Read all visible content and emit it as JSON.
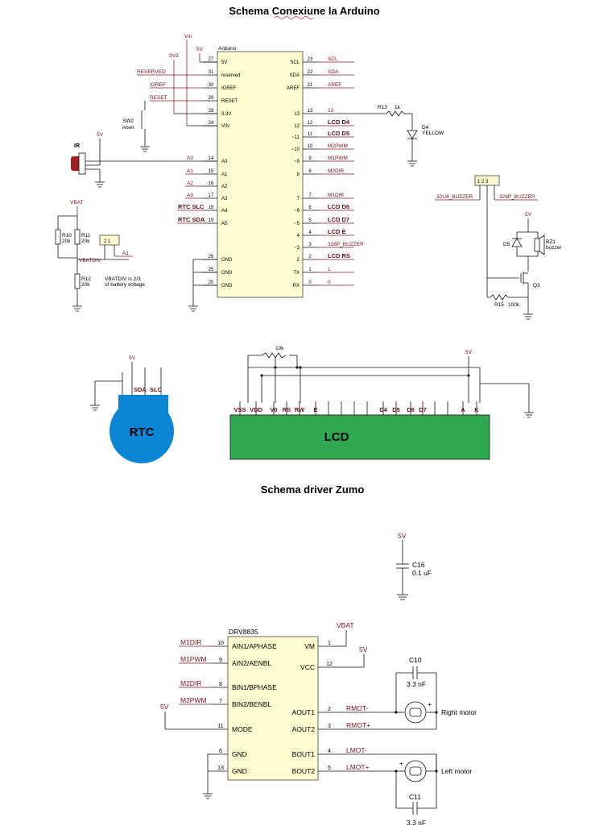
{
  "titles": {
    "arduino": "Schema Conexiune la Arduino",
    "zumo": "Schema driver Zumo"
  },
  "arduino": {
    "ic_name": "Arduino",
    "left_pins": [
      {
        "num": "27",
        "name": "5V"
      },
      {
        "num": "31",
        "name": "reserved"
      },
      {
        "num": "30",
        "name": "IOREF"
      },
      {
        "num": "29",
        "name": "RESET"
      },
      {
        "num": "28",
        "name": "3.3V"
      },
      {
        "num": "24",
        "name": "VIN"
      },
      {
        "num": "14",
        "name": "A0"
      },
      {
        "num": "15",
        "name": "A1"
      },
      {
        "num": "16",
        "name": "A2"
      },
      {
        "num": "17",
        "name": "A3"
      },
      {
        "num": "18",
        "name": "A4"
      },
      {
        "num": "19",
        "name": "A5"
      },
      {
        "num": "26",
        "name": "GND"
      },
      {
        "num": "25",
        "name": "GND"
      },
      {
        "num": "20",
        "name": "GND"
      }
    ],
    "right_pins": [
      {
        "num": "23",
        "name": "SCL",
        "net": "SCL"
      },
      {
        "num": "22",
        "name": "SDA",
        "net": "SDA"
      },
      {
        "num": "21",
        "name": "AREF",
        "net": "AREF"
      },
      {
        "num": "13",
        "name": "13",
        "net": "13"
      },
      {
        "num": "12",
        "name": "12",
        "net": "LCD D4"
      },
      {
        "num": "11",
        "name": "~11",
        "net": "LCD D5"
      },
      {
        "num": "10",
        "name": "~10",
        "net": "M2PWM"
      },
      {
        "num": "9",
        "name": "~9",
        "net": "M1PWM"
      },
      {
        "num": "8",
        "name": "8",
        "net": "M2DIR"
      },
      {
        "num": "7",
        "name": "7",
        "net": "M1DIR"
      },
      {
        "num": "6",
        "name": "~6",
        "net": "LCD D6"
      },
      {
        "num": "5",
        "name": "~5",
        "net": "LCD D7"
      },
      {
        "num": "4",
        "name": "4",
        "net": "LCD E"
      },
      {
        "num": "3",
        "name": "~3",
        "net": "328P_BUZZER"
      },
      {
        "num": "2",
        "name": "2",
        "net": "LCD RS"
      },
      {
        "num": "1",
        "name": "TX",
        "net": "1"
      },
      {
        "num": "0",
        "name": "RX",
        "net": "0"
      }
    ],
    "left_nets": {
      "vin": "Vin",
      "v5": "5V",
      "v33": "3V3",
      "reserved": "RESERVED",
      "ioref": "IOREF",
      "reset": "RESET",
      "a0": "A0",
      "a1": "A1",
      "a2": "A2",
      "a3": "A3",
      "a4": "RTC SLC",
      "a5": "RTC SDA"
    },
    "sw2_name": "SW2",
    "sw2_label": "reset",
    "ir_label": "IR",
    "ir_5v": "5V",
    "r13": "R13",
    "r13_val": "1k",
    "d4": "D4",
    "d4_val": "YELLOW",
    "vbat": "VBAT",
    "r10": "R10",
    "r10_val": "20k",
    "r11": "R11",
    "r11_val": "20k",
    "vbatdiv": "VBATDIV",
    "r12": "R12",
    "r12_val": "20k",
    "vbat_note1": "VBATDIV is 2/3",
    "vbat_note2": "of battery voltage",
    "jumper_pins": "2  1",
    "a1_net": "A1",
    "buzzer_jumper": "1 2 3",
    "buzzer_32u4": "32U4_BUZZER",
    "buzzer_328p": "328P_BUZZER",
    "buzzer_5v": "5V",
    "d5": "D5",
    "bz1": "BZ1",
    "bz1_val": "buzzer",
    "q3": "Q3",
    "r15": "R15",
    "r15_val": "100k"
  },
  "rtc": {
    "label": "RTC",
    "v5": "5V",
    "sda": "SDA",
    "slc": "SLC"
  },
  "lcd": {
    "label": "LCD",
    "pot": "10k",
    "v5": "5V",
    "pins": [
      "VSS",
      "VDD",
      "V0",
      "RS",
      "RW",
      "E",
      "D4",
      "D5",
      "D6",
      "D7",
      "A",
      "K"
    ]
  },
  "zumo": {
    "c16": "C16",
    "c16_val": "0.1 uF",
    "v5_top": "5V",
    "ic_name": "DRV8835",
    "left_pins": [
      {
        "num": "10",
        "name": "AIN1/APHASE",
        "net": "M1DIR"
      },
      {
        "num": "9",
        "name": "AIN2/AENBL",
        "net": "M1PWM"
      },
      {
        "num": "8",
        "name": "BIN1/BPHASE",
        "net": "M2DIR"
      },
      {
        "num": "7",
        "name": "BIN2/BENBL",
        "net": "M2PWM"
      },
      {
        "num": "11",
        "name": "MODE",
        "net": "5V"
      },
      {
        "num": "6",
        "name": "GND",
        "net": ""
      },
      {
        "num": "13",
        "name": "GND",
        "net": ""
      }
    ],
    "right_pins": [
      {
        "num": "1",
        "name": "VM",
        "net": "VBAT"
      },
      {
        "num": "12",
        "name": "VCC",
        "net": "5V"
      },
      {
        "num": "2",
        "name": "AOUT1",
        "net": "RMOT-"
      },
      {
        "num": "3",
        "name": "AOUT2",
        "net": "RMOT+"
      },
      {
        "num": "4",
        "name": "BOUT1",
        "net": "LMOT-"
      },
      {
        "num": "5",
        "name": "BOUT2",
        "net": "LMOT+"
      }
    ],
    "c10": "C10",
    "c10_val": "3.3 nF",
    "c11": "C11",
    "c11_val": "3.3 nF",
    "right_motor": "Right motor",
    "left_motor": "Left motor"
  }
}
